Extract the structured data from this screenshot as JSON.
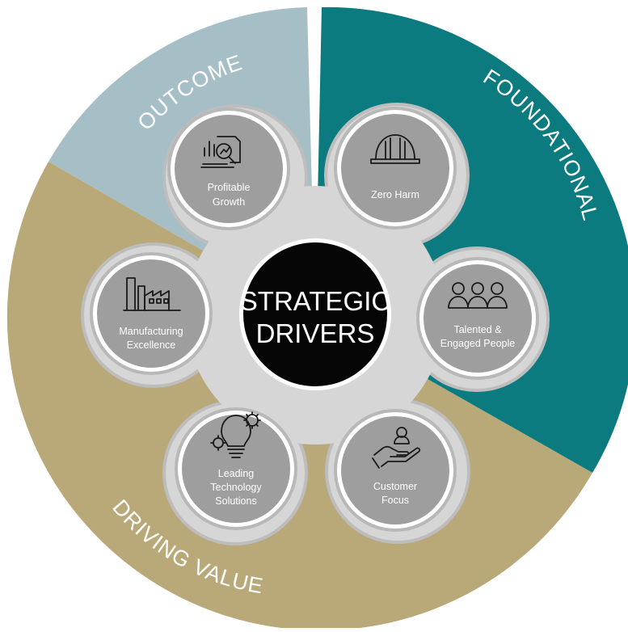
{
  "center": {
    "lines": [
      "STRATEGIC",
      "DRIVERS"
    ]
  },
  "segments": {
    "outcome": {
      "label": "OUTCOME"
    },
    "foundational": {
      "label": "FOUNDATIONAL"
    },
    "driving_value": {
      "label": "DRIVING VALUE"
    }
  },
  "drivers": [
    {
      "lines": [
        "Profitable",
        "Growth"
      ],
      "icon": "growth-chart-icon"
    },
    {
      "lines": [
        "Zero Harm"
      ],
      "icon": "hard-hat-icon"
    },
    {
      "lines": [
        "Talented &",
        "Engaged People"
      ],
      "icon": "people-group-icon"
    },
    {
      "lines": [
        "Customer",
        "Focus"
      ],
      "icon": "hand-person-icon"
    },
    {
      "lines": [
        "Leading",
        "Technology",
        "Solutions"
      ],
      "icon": "lightbulb-gears-icon"
    },
    {
      "lines": [
        "Manufacturing",
        "Excellence"
      ],
      "icon": "factory-icon"
    }
  ],
  "colors": {
    "outcome": "#a6bfc6",
    "foundational": "#0b7b80",
    "driving_value": "#b9a878",
    "petal": "#d3d3d3",
    "driver_circle": "#9e9e9e",
    "center": "#050505"
  }
}
